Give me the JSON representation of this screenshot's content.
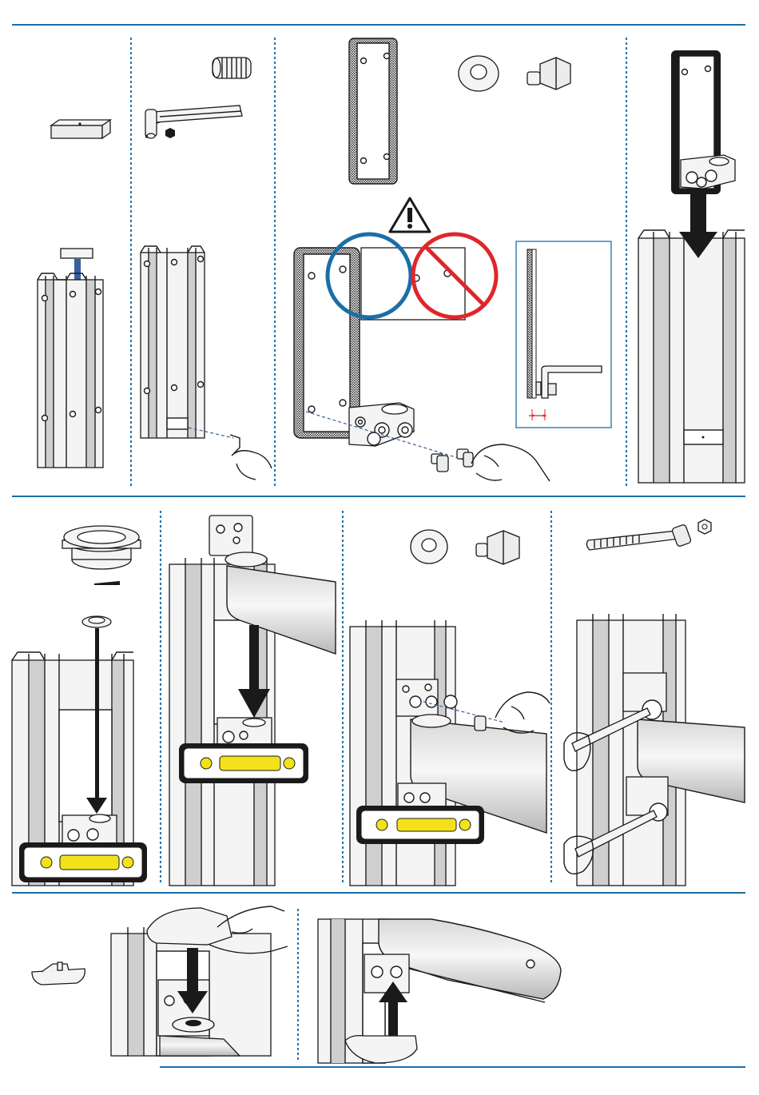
{
  "page": {
    "background": "#ffffff"
  },
  "colors": {
    "rule": "#1b6ea8",
    "correct_circle": "#1b6ea8",
    "prohibited_circle": "#e0262b",
    "insert_arrow": "#3a5fa0",
    "level_bubble": "#f3e21a",
    "ink": "#1a1a1a"
  },
  "rows": [
    {
      "steps": [
        "slide-nut-insert",
        "set-screw-tighten",
        "plate-bracket-assembly",
        "plate-onto-rail"
      ]
    },
    {
      "steps": [
        "bushing-insert",
        "arm-onto-bracket",
        "second-bracket-bolt",
        "tighten-wrench"
      ]
    },
    {
      "steps": [
        "cover-top",
        "cover-bottom"
      ]
    }
  ],
  "icons": [
    "slide-nut-icon",
    "set-screw-icon",
    "hex-key-icon",
    "back-plate-icon",
    "washer-icon",
    "bolt-icon",
    "warning-triangle-icon",
    "correct-position-circle-icon",
    "prohibited-circle-icon",
    "cross-section-detail-icon",
    "bushing-icon",
    "spirit-level-icon",
    "socket-wrench-icon",
    "hex-nut-icon",
    "end-cap-icon",
    "hand-icon"
  ]
}
